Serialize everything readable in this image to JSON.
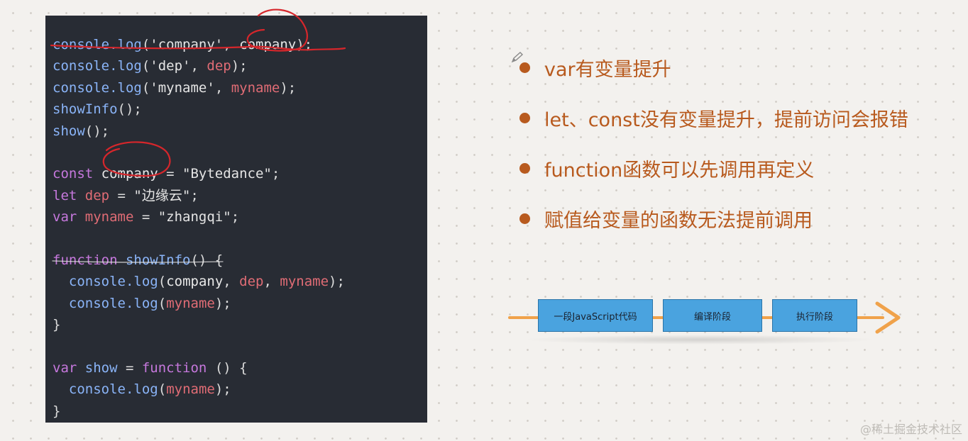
{
  "code": {
    "lines": [
      [
        [
          "fn",
          "console.log"
        ],
        [
          "punc",
          "("
        ],
        [
          "str",
          "'company'"
        ],
        [
          "punc",
          ", "
        ],
        [
          "plain",
          "company"
        ],
        [
          "punc",
          ");"
        ]
      ],
      [
        [
          "fn",
          "console.log"
        ],
        [
          "punc",
          "("
        ],
        [
          "str",
          "'dep'"
        ],
        [
          "punc",
          ", "
        ],
        [
          "ident",
          "dep"
        ],
        [
          "punc",
          ");"
        ]
      ],
      [
        [
          "fn",
          "console.log"
        ],
        [
          "punc",
          "("
        ],
        [
          "str",
          "'myname'"
        ],
        [
          "punc",
          ", "
        ],
        [
          "ident",
          "myname"
        ],
        [
          "punc",
          ");"
        ]
      ],
      [
        [
          "fn",
          "showInfo"
        ],
        [
          "punc",
          "();"
        ]
      ],
      [
        [
          "fn",
          "show"
        ],
        [
          "punc",
          "();"
        ]
      ],
      [],
      [
        [
          "kw",
          "const "
        ],
        [
          "plain",
          "company"
        ],
        [
          "punc",
          " = "
        ],
        [
          "str",
          "\"Bytedance\""
        ],
        [
          "punc",
          ";"
        ]
      ],
      [
        [
          "kw",
          "let "
        ],
        [
          "ident",
          "dep"
        ],
        [
          "punc",
          " = "
        ],
        [
          "str",
          "\"边缘云\""
        ],
        [
          "punc",
          ";"
        ]
      ],
      [
        [
          "kw",
          "var "
        ],
        [
          "ident",
          "myname"
        ],
        [
          "punc",
          " = "
        ],
        [
          "str",
          "\"zhangqi\""
        ],
        [
          "punc",
          ";"
        ]
      ],
      [],
      [
        [
          "kw",
          "function "
        ],
        [
          "fn",
          "showInfo"
        ],
        [
          "punc",
          "() {"
        ]
      ],
      [
        [
          "plain",
          "  "
        ],
        [
          "fn",
          "console.log"
        ],
        [
          "punc",
          "("
        ],
        [
          "plain",
          "company"
        ],
        [
          "punc",
          ", "
        ],
        [
          "ident",
          "dep"
        ],
        [
          "punc",
          ", "
        ],
        [
          "ident",
          "myname"
        ],
        [
          "punc",
          ");"
        ]
      ],
      [
        [
          "plain",
          "  "
        ],
        [
          "fn",
          "console.log"
        ],
        [
          "punc",
          "("
        ],
        [
          "ident",
          "myname"
        ],
        [
          "punc",
          ");"
        ]
      ],
      [
        [
          "punc",
          "}"
        ]
      ],
      [],
      [
        [
          "kw",
          "var "
        ],
        [
          "fn",
          "show"
        ],
        [
          "punc",
          " = "
        ],
        [
          "kw",
          "function"
        ],
        [
          "punc",
          " () {"
        ]
      ],
      [
        [
          "plain",
          "  "
        ],
        [
          "fn",
          "console.log"
        ],
        [
          "punc",
          "("
        ],
        [
          "ident",
          "myname"
        ],
        [
          "punc",
          ");"
        ]
      ],
      [
        [
          "punc",
          "}"
        ]
      ]
    ]
  },
  "bullets": [
    "var有变量提升",
    "let、const没有变量提升，提前访问会报错",
    "function函数可以先调用再定义",
    "赋值给变量的函数无法提前调用"
  ],
  "pipeline": {
    "steps": [
      "一段JavaScript代码",
      "编译阶段",
      "执行阶段"
    ],
    "line_color": "#f0a24a",
    "box_color": "#4aa3df"
  },
  "colors": {
    "accent": "#b85a1e",
    "annotation": "#d6262b",
    "code_background": "#282c34"
  },
  "icons": {
    "pen": "pen-icon",
    "arrow": "arrow-right-icon"
  },
  "watermark": "@稀土掘金技术社区"
}
